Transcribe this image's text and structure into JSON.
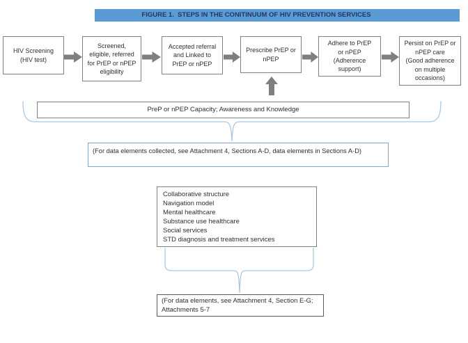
{
  "figure": {
    "title": "FIGURE 1.  STEPS IN THE CONITINUUM OF HIV PREVENTION SERVICES",
    "steps": [
      {
        "lines": [
          "HIV Screening",
          "(HIV test)"
        ]
      },
      {
        "lines": [
          "Screened,",
          "eligible, referred",
          "for PrEP or nPEP",
          "eligibility"
        ]
      },
      {
        "lines": [
          "Accepted referral",
          "and Linked to",
          "PrEP or nPEP"
        ]
      },
      {
        "lines": [
          "Prescribe PrEP or",
          "nPEP"
        ]
      },
      {
        "lines": [
          "Adhere to PrEP",
          "or nPEP",
          "(Adherence",
          "support)"
        ]
      },
      {
        "lines": [
          "Persist on PrEP or",
          "nPEP care",
          "(Good adherence",
          "on multiple",
          "occasions)"
        ]
      }
    ],
    "capacity_note": "PreP or nPEP Capacity; Awareness and Knowledge",
    "data_note_1": "(For data elements collected, see Attachment 4, Sections A-D, data elements in Sections A-D)",
    "services": [
      "Collaborative structure",
      "Navigation model",
      "Mental healthcare",
      "Substance use healthcare",
      "Social services",
      "STD diagnosis and treatment services"
    ],
    "data_note_2": [
      "(For data elements, see Attachment 4, Section E-G;",
      "Attachments 5-7"
    ]
  },
  "icons": {
    "right_arrow": "flow-arrow-right",
    "up_arrow": "flow-arrow-up",
    "brace": "curly-brace"
  },
  "colors": {
    "title_bg": "#5b9bd5",
    "title_text": "#1f3864",
    "arrow": "#7f7f7f",
    "box_border": "#808080",
    "brace": "#a8c7e8",
    "note_border_blue": "#7ea6d9",
    "note_border_dark": "#595959",
    "text": "#2f2f2f"
  }
}
